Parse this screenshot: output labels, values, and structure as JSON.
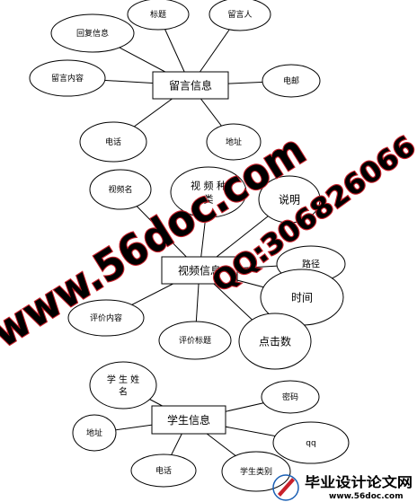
{
  "diagram": {
    "entities": [
      {
        "id": "message",
        "label": "留言信息",
        "attributes": [
          {
            "id": "reply",
            "label": "回复信息"
          },
          {
            "id": "title",
            "label": "标题"
          },
          {
            "id": "author",
            "label": "留言人"
          },
          {
            "id": "email",
            "label": "电邮"
          },
          {
            "id": "address",
            "label": "地址"
          },
          {
            "id": "phone",
            "label": "电话"
          },
          {
            "id": "content",
            "label": "留言内容"
          }
        ]
      },
      {
        "id": "video",
        "label": "视频信息",
        "attributes": [
          {
            "id": "name",
            "label": "视频名"
          },
          {
            "id": "type",
            "label": "视 频 种 类"
          },
          {
            "id": "desc",
            "label": "说明"
          },
          {
            "id": "path",
            "label": "路径"
          },
          {
            "id": "time",
            "label": "时间"
          },
          {
            "id": "clicks",
            "label": "点击数"
          },
          {
            "id": "review_title",
            "label": "评价标题"
          },
          {
            "id": "review_content",
            "label": "评价内容"
          }
        ]
      },
      {
        "id": "student",
        "label": "学生信息",
        "attributes": [
          {
            "id": "sname",
            "label": "学 生 姓 名"
          },
          {
            "id": "password",
            "label": "密码"
          },
          {
            "id": "qq",
            "label": "qq"
          },
          {
            "id": "category",
            "label": "学生类别"
          },
          {
            "id": "phone",
            "label": "电话"
          },
          {
            "id": "address",
            "label": "地址"
          }
        ]
      }
    ]
  },
  "watermark": {
    "url": "www.56doc.com",
    "qq": "QQ:306826066",
    "color": "#c8202a"
  },
  "logo": {
    "cn": "毕业设计论文网",
    "url": "www.56doc.com",
    "color": "#1a5fb4"
  }
}
